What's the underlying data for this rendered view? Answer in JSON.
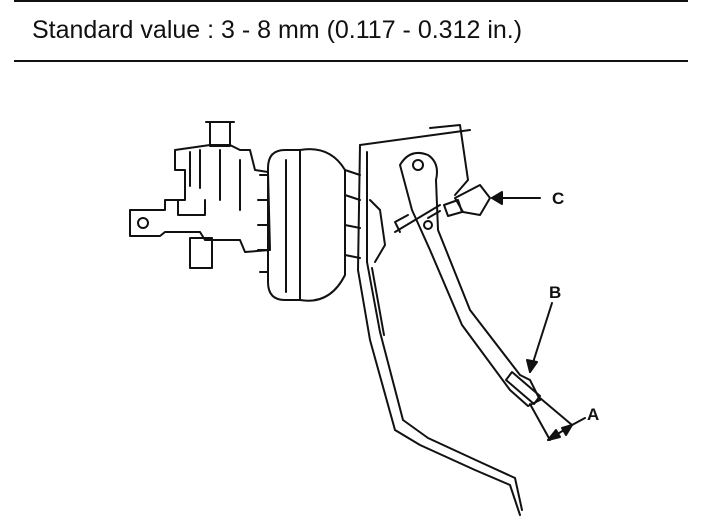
{
  "spec": {
    "text": "Standard value : 3 - 8 mm (0.117 - 0.312 in.)"
  },
  "callouts": {
    "a": "A",
    "b": "B",
    "c": "C"
  }
}
